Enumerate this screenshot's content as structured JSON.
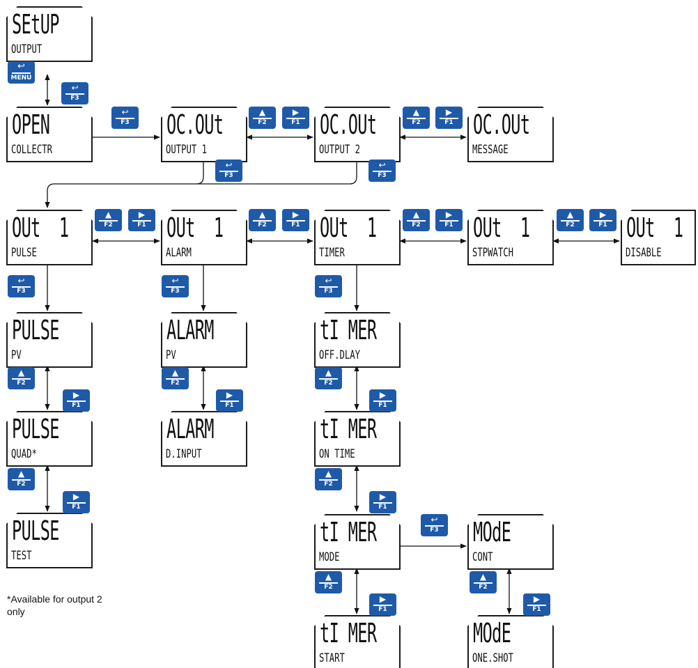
{
  "screens": {
    "setup_output": {
      "main": "SEtUP",
      "sub": "OUTPUT"
    },
    "open_collectr": {
      "main": "OPEN",
      "sub": "COLLECTR"
    },
    "ocout_output1": {
      "main": "OC.OUt",
      "sub": "OUTPUT 1"
    },
    "ocout_output2": {
      "main": "OC.OUt",
      "sub": "OUTPUT 2"
    },
    "ocout_message": {
      "main": "OC.OUt",
      "sub": "MESSAGE"
    },
    "out1_pulse": {
      "main": "OUt  1",
      "sub": "PULSE"
    },
    "out1_alarm": {
      "main": "OUt  1",
      "sub": "ALARM"
    },
    "out1_timer": {
      "main": "OUt  1",
      "sub": "TIMER"
    },
    "out1_stpwatch": {
      "main": "OUt  1",
      "sub": "STPWATCH"
    },
    "out1_disable": {
      "main": "OUt  1",
      "sub": "DISABLE"
    },
    "pulse_pv": {
      "main": "PULSE",
      "sub": "PV"
    },
    "pulse_quad": {
      "main": "PULSE",
      "sub": "QUAD*"
    },
    "pulse_test": {
      "main": "PULSE",
      "sub": "TEST"
    },
    "alarm_pv": {
      "main": "ALARM",
      "sub": "PV"
    },
    "alarm_dinput": {
      "main": "ALARM",
      "sub": "D.INPUT"
    },
    "timer_offdly": {
      "main": "tI MER",
      "sub": "OFF.DLAY"
    },
    "timer_ontime": {
      "main": "tI MER",
      "sub": "ON TIME"
    },
    "timer_mode": {
      "main": "tI MER",
      "sub": "MODE"
    },
    "timer_start": {
      "main": "tI MER",
      "sub": "START"
    },
    "mode_cont": {
      "main": "MOdE",
      "sub": "CONT"
    },
    "mode_oneshot": {
      "main": "MOdE",
      "sub": "ONE.SHOT"
    }
  },
  "keys": {
    "menu": {
      "glyph": "↩",
      "label": "MENU"
    },
    "f1": {
      "glyph": "▶",
      "label": "F1"
    },
    "f2": {
      "glyph": "▲",
      "label": "F2"
    },
    "f3": {
      "glyph": "↩",
      "label": "F3"
    }
  },
  "footnote": "*Available for output 2 only"
}
